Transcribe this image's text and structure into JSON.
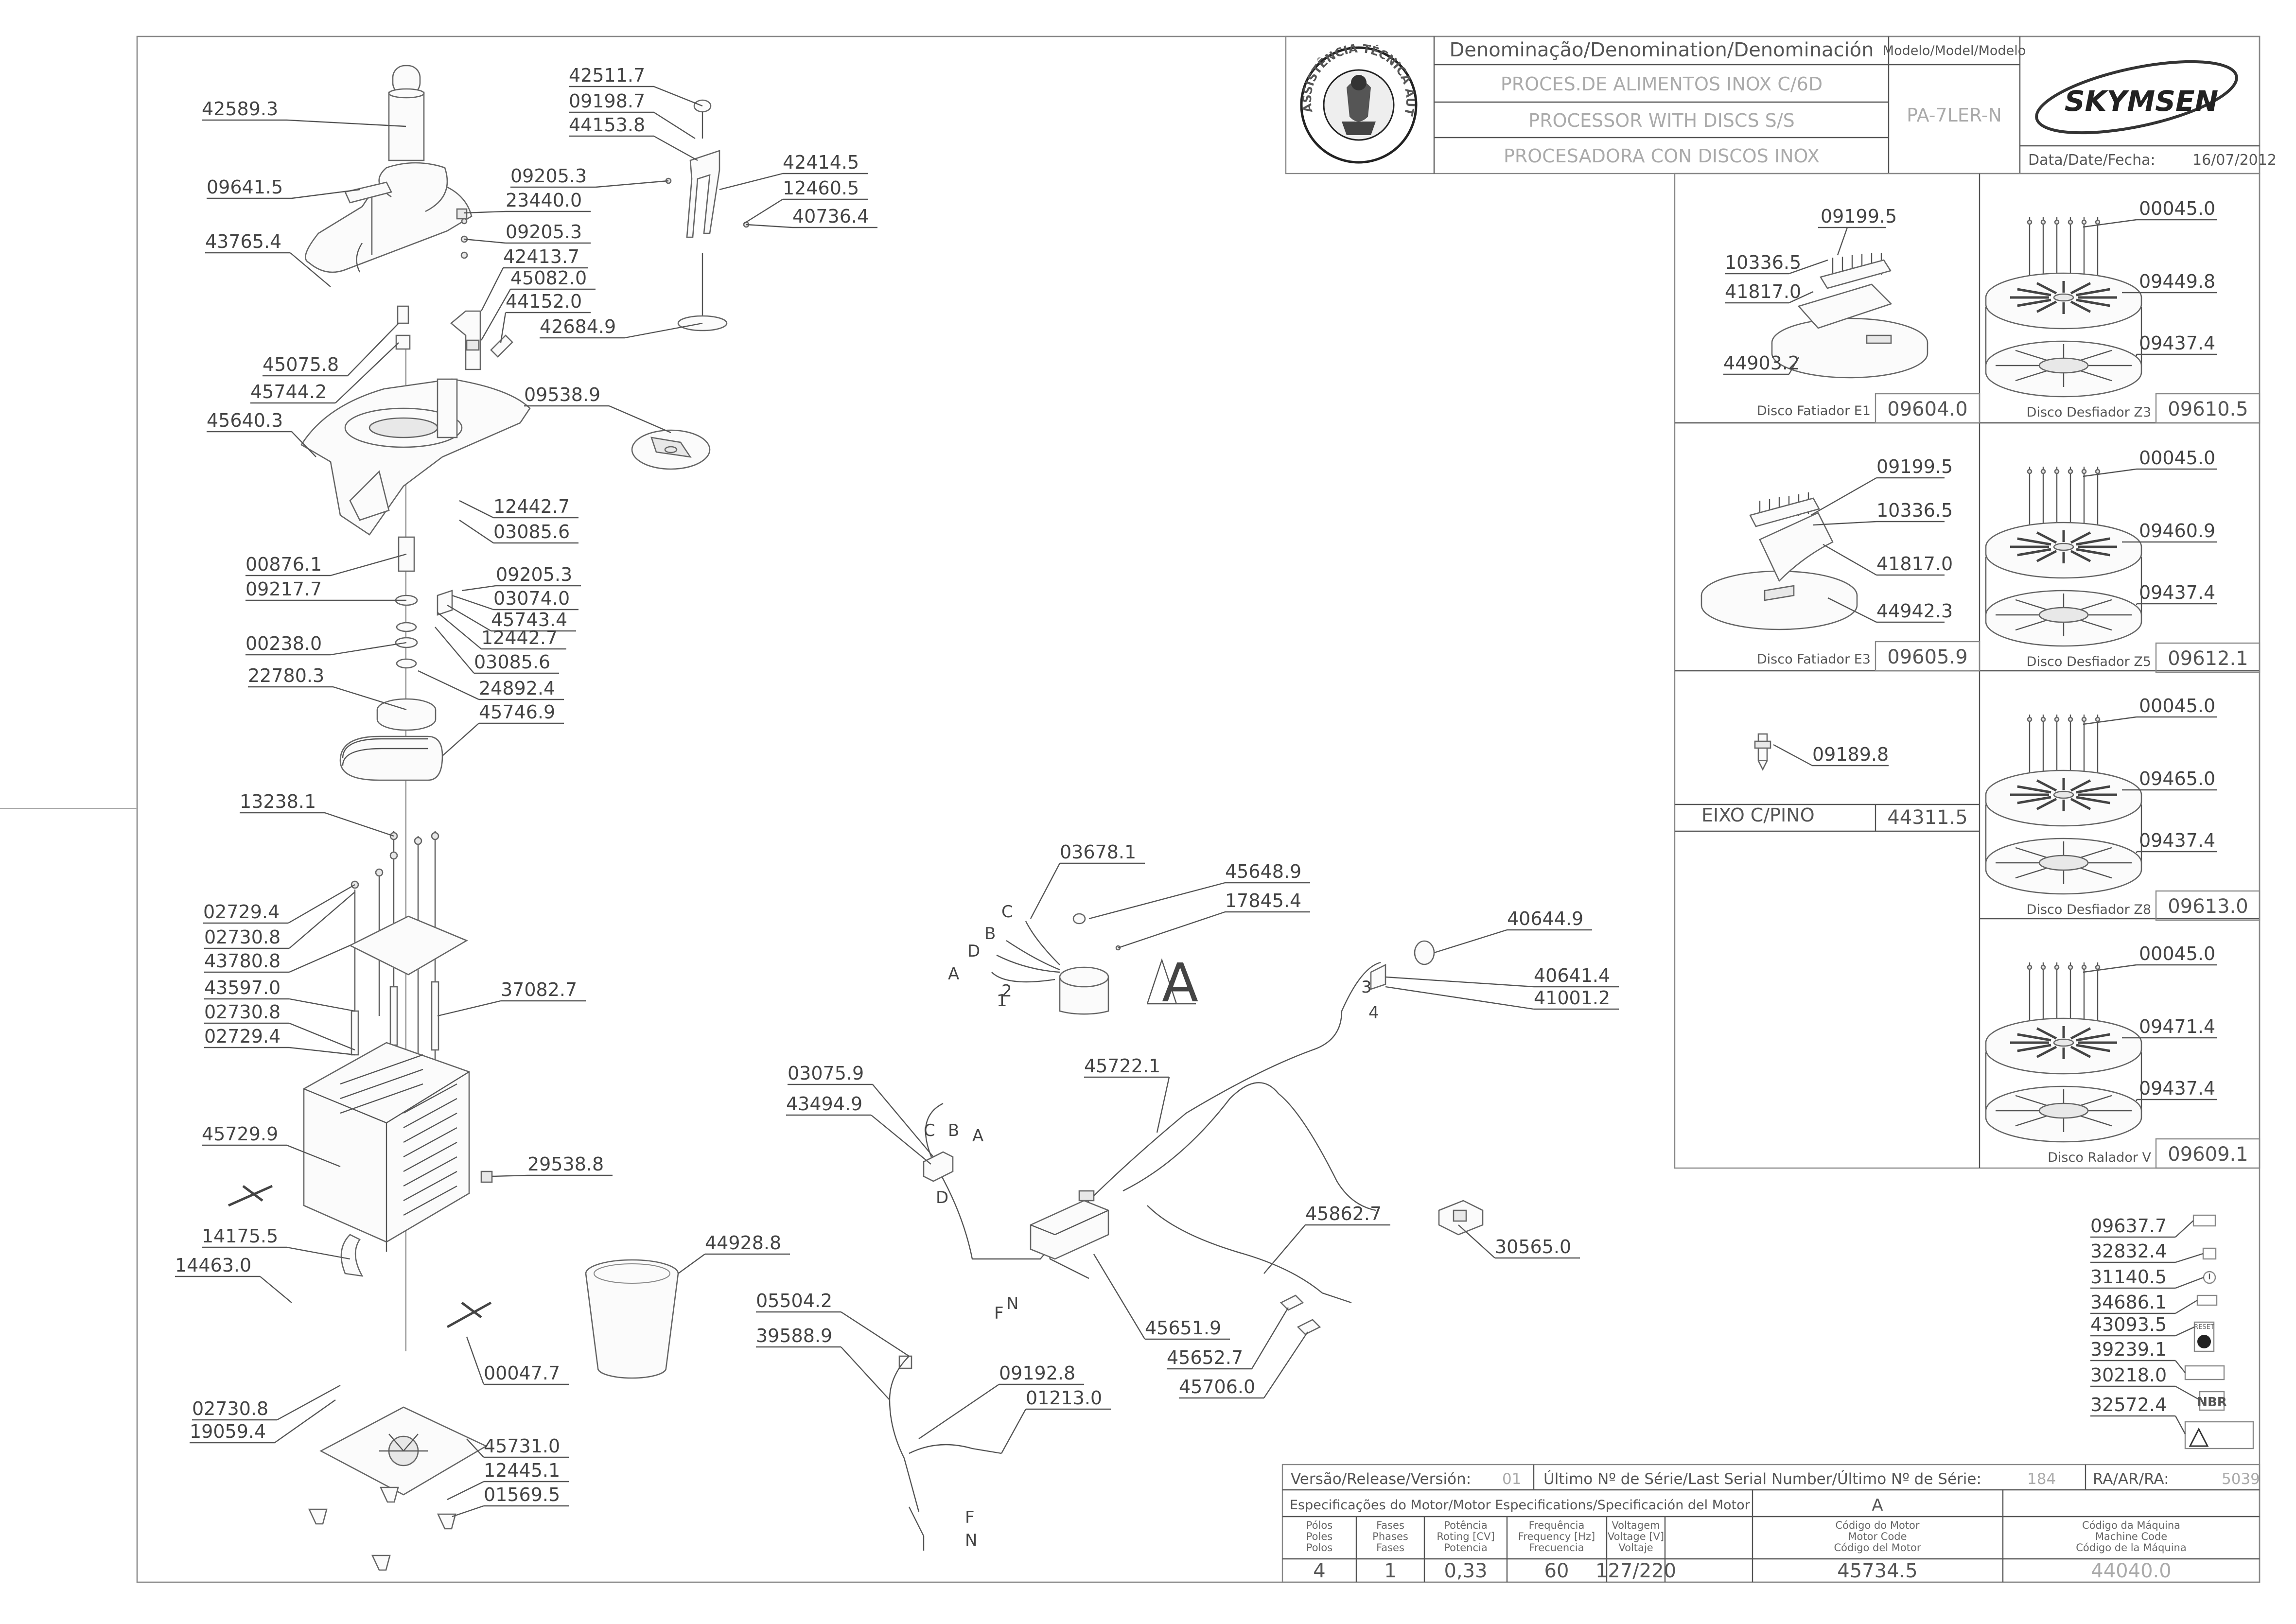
{
  "title_block": {
    "denomination_header": "Denominação/Denomination/Denominación",
    "name_pt": "PROCES.DE ALIMENTOS INOX C/6D",
    "name_en": "PROCESSOR WITH DISCS S/S",
    "name_es": "PROCESADORA CON DISCOS INOX",
    "model_header": "Modelo/Model/Modelo",
    "model": "PA-7LER-N",
    "brand": "SKYMSEN",
    "date_label": "Data/Date/Fecha:",
    "date": "16/07/2012",
    "seal_text": "ASSISTÊNCIA TÉCNICA AUTORIZADA"
  },
  "callouts": {
    "c42589_3": "42589.3",
    "c09641_5": "09641.5",
    "c43765_4": "43765.4",
    "c42511_7": "42511.7",
    "c09198_7": "09198.7",
    "c44153_8": "44153.8",
    "c42414_5": "42414.5",
    "c12460_5": "12460.5",
    "c40736_4": "40736.4",
    "c09205_3a": "09205.3",
    "c23440_0": "23440.0",
    "c09205_3b": "09205.3",
    "c42413_7": "42413.7",
    "c45082_0": "45082.0",
    "c44152_0": "44152.0",
    "c42684_9": "42684.9",
    "c45075_8": "45075.8",
    "c45744_2": "45744.2",
    "c45640_3": "45640.3",
    "c09538_9": "09538.9",
    "c12442_7a": "12442.7",
    "c03085_6a": "03085.6",
    "c00876_1": "00876.1",
    "c09217_7": "09217.7",
    "c09205_3c": "09205.3",
    "c03074_0": "03074.0",
    "c45743_4": "45743.4",
    "c00238_0": "00238.0",
    "c12442_7b": "12442.7",
    "c03085_6b": "03085.6",
    "c22780_3": "22780.3",
    "c24892_4": "24892.4",
    "c45746_9": "45746.9",
    "c13238_1": "13238.1",
    "c02729_4a": "02729.4",
    "c02730_8a": "02730.8",
    "c43780_8": "43780.8",
    "c43597_0": "43597.0",
    "c02730_8b": "02730.8",
    "c02729_4b": "02729.4",
    "c37082_7": "37082.7",
    "c45729_9": "45729.9",
    "c29538_8": "29538.8",
    "c14175_5": "14175.5",
    "c14463_0": "14463.0",
    "c44928_8": "44928.8",
    "c00047_7": "00047.7",
    "c02730_8c": "02730.8",
    "c19059_4": "19059.4",
    "c45731_0": "45731.0",
    "c12445_1": "12445.1",
    "c01569_5": "01569.5",
    "c03678_1": "03678.1",
    "c45648_9": "45648.9",
    "c17845_4": "17845.4",
    "c40644_9": "40644.9",
    "c40641_4": "40641.4",
    "c41001_2": "41001.2",
    "c45722_1": "45722.1",
    "c03075_9": "03075.9",
    "c43494_9": "43494.9",
    "c45862_7": "45862.7",
    "c30565_0": "30565.0",
    "c45651_9": "45651.9",
    "c45652_7": "45652.7",
    "c45706_0": "45706.0",
    "c05504_2": "05504.2",
    "c39588_9": "39588.9",
    "c09192_8": "09192.8",
    "c01213_0": "01213.0",
    "c09637_7": "09637.7",
    "c32832_4": "32832.4",
    "c31140_5": "31140.5",
    "c34686_1": "34686.1",
    "c43093_5": "43093.5",
    "c39239_1": "39239.1",
    "c30218_0": "30218.0",
    "c32572_4": "32572.4"
  },
  "wire_letters": {
    "A": "A",
    "B": "B",
    "C": "C",
    "D": "D",
    "F": "F",
    "N": "N",
    "n1": "1",
    "n2": "2",
    "n3": "3",
    "n4": "4"
  },
  "motor_detail_letter": "A",
  "discs": {
    "e1": {
      "c1": "09199.5",
      "c2": "10336.5",
      "c3": "41817.0",
      "c4": "44903.2",
      "name": "Disco Fatiador E1",
      "code": "09604.0"
    },
    "e3": {
      "c1": "09199.5",
      "c2": "10336.5",
      "c3": "41817.0",
      "c4": "44942.3",
      "name": "Disco Fatiador E3",
      "code": "09605.9"
    },
    "eixo": {
      "c1": "09189.8",
      "name": "EIXO C/PINO",
      "code": "44311.5"
    },
    "z3": {
      "c1": "00045.0",
      "c2": "09449.8",
      "c3": "09437.4",
      "name": "Disco Desfiador Z3",
      "code": "09610.5"
    },
    "z5": {
      "c1": "00045.0",
      "c2": "09460.9",
      "c3": "09437.4",
      "name": "Disco Desfiador Z5",
      "code": "09612.1"
    },
    "z8": {
      "c1": "00045.0",
      "c2": "09465.0",
      "c3": "09437.4",
      "name": "Disco Desfiador Z8",
      "code": "09613.0"
    },
    "v": {
      "c1": "00045.0",
      "c2": "09471.4",
      "c3": "09437.4",
      "name": "Disco Ralador V",
      "code": "09609.1"
    }
  },
  "spec_block": {
    "version_label": "Versão/Release/Versión:",
    "version": "01",
    "serial_label": "Último Nº de Série/Last Serial Number/Último Nº de Série:",
    "serial": "184",
    "ra_label": "RA/AR/RA:",
    "ra": "5039",
    "motor_specs_label": "Especificações do Motor/Motor Especifications/Specificación del Motor",
    "motor_letter": "A",
    "h_poles": [
      "Pólos",
      "Poles",
      "Polos"
    ],
    "h_phases": [
      "Fases",
      "Phases",
      "Fases"
    ],
    "h_power": [
      "Potência",
      "Roting [CV]",
      "Potencia"
    ],
    "h_freq": [
      "Frequência",
      "Frequency [Hz]",
      "Frecuencia"
    ],
    "h_volt": [
      "Voltagem",
      "Voltage [V]",
      "Voltaje"
    ],
    "h_motor_code": [
      "Código do Motor",
      "Motor Code",
      "Código del Motor"
    ],
    "h_machine_code": [
      "Código da Máquina",
      "Machine Code",
      "Código de la Máquina"
    ],
    "poles": "4",
    "phases": "1",
    "power": "0,33",
    "frequency": "60",
    "voltage": "127/220",
    "motor_code": "45734.5",
    "machine_code": "44040.0"
  },
  "label_icons": {
    "reset": "RESET",
    "nbr": "NBR"
  }
}
